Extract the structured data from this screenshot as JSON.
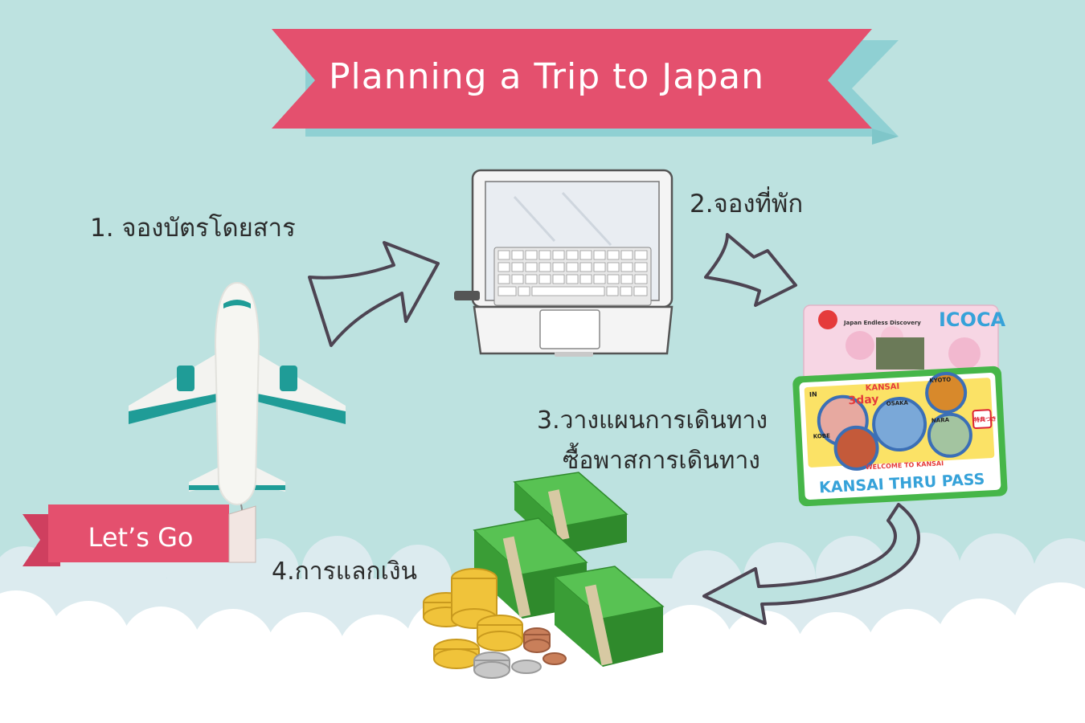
{
  "banner": {
    "title": "Planning a Trip to Japan"
  },
  "steps": {
    "step1": "1. จองบัตรโดยสาร",
    "step2": "2.จองที่พัก",
    "step3_line1": "3.วางแผนการเดินทาง",
    "step3_line2": "ซื้อพาสการเดินทาง",
    "step4": "4.การแลกเงิน"
  },
  "flag": {
    "label": "Let’s Go"
  },
  "cards": {
    "icoca_label": "ICOCA",
    "icoca_brand": "Japan Endless Discovery",
    "pass_title": "KANSAI THRU PASS",
    "pass_header": "KANSAI",
    "pass_days": "3day",
    "pass_in": "IN",
    "pass_welcome": "WELCOME TO KANSAI",
    "pass_osaka": "OSAKA",
    "pass_kyoto": "KYOTO",
    "pass_nara": "NARA",
    "pass_kobe": "KOBE",
    "pass_badge": "特典つき"
  },
  "colors": {
    "background": "#bde2e0",
    "banner_pink": "#e4506e",
    "banner_shadow": "#8fd0d3",
    "cloud_back": "#dcebef",
    "cloud_front": "#ffffff",
    "plane_teal": "#1f9c97",
    "money_green": "#3fae3a",
    "coin_gold": "#f0c33a",
    "pass_green": "#46b649",
    "arrow_outline": "#4d4452"
  }
}
